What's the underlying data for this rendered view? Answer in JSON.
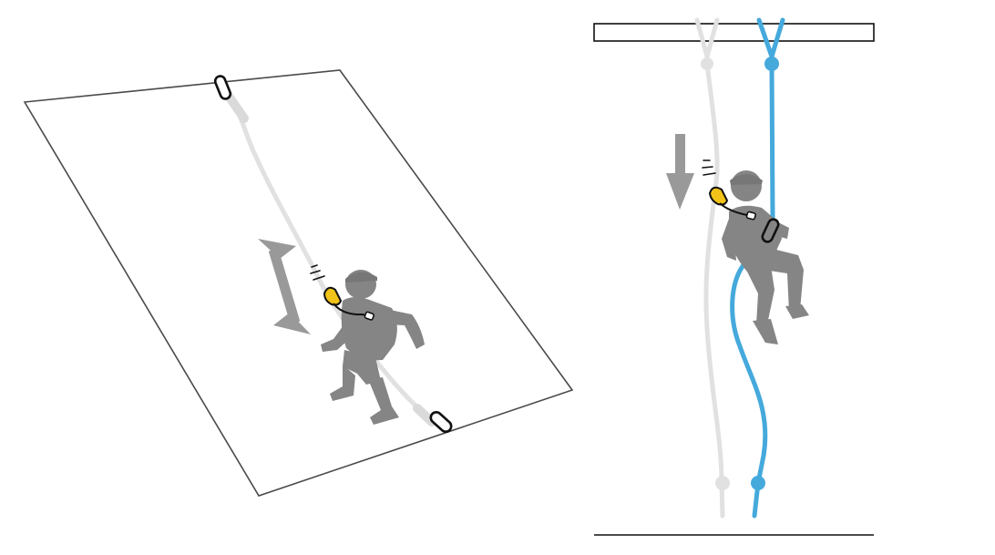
{
  "colors": {
    "outline": "#4a4a4a",
    "rope_gray": "#e1e1e1",
    "rope_blue": "#45a9dc",
    "figure": "#858585",
    "device": "#f2c318",
    "arrow": "#999999",
    "background": "#ffffff"
  },
  "left_panel": {
    "view": "inclined-wall-climbing",
    "arrow": "double-arrow-up-down",
    "device": "yellow-fall-arrester"
  },
  "right_panel": {
    "view": "suspended-on-two-ropes",
    "arrow": "down-arrow",
    "ropes": [
      "gray-rope",
      "blue-rope"
    ]
  }
}
